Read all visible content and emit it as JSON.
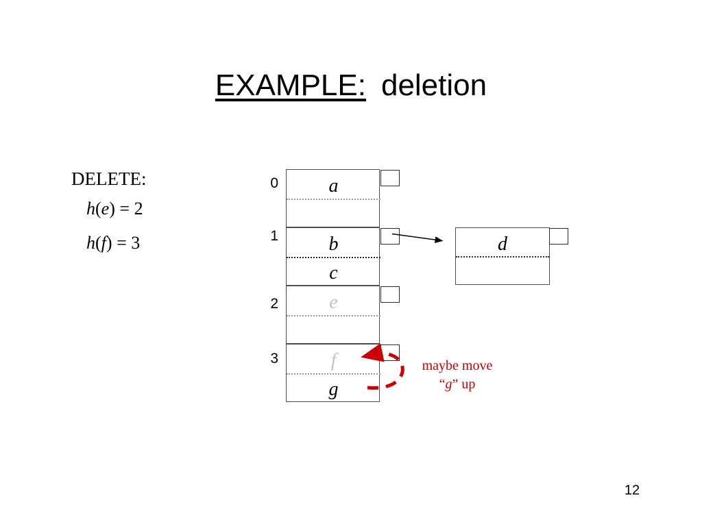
{
  "title": {
    "underlined_part": "EXAMPLE:",
    "plain_part": "deletion"
  },
  "delete_block": {
    "label": "DELETE:",
    "line1": {
      "h": "h",
      "open": "(",
      "arg": "e",
      "close": ")",
      "eq": " = ",
      "value": "2"
    },
    "line2": {
      "h": "h",
      "open": "(",
      "arg": "f",
      "close": ")",
      "eq": " = ",
      "value": "3"
    }
  },
  "hash_table": {
    "index_labels": [
      "0",
      "1",
      "2",
      "3"
    ],
    "buckets": [
      {
        "index": "0",
        "top_slot": "a",
        "bottom_slot": "",
        "top_deleted": false,
        "bottom_deleted": false
      },
      {
        "index": "1",
        "top_slot": "b",
        "bottom_slot": "c",
        "top_deleted": false,
        "bottom_deleted": false
      },
      {
        "index": "2",
        "top_slot": "e",
        "bottom_slot": "",
        "top_deleted": true,
        "bottom_deleted": false
      },
      {
        "index": "3",
        "top_slot": "f",
        "bottom_slot": "g",
        "top_deleted": true,
        "bottom_deleted": false
      }
    ]
  },
  "overflow_block": {
    "top_slot": "d",
    "bottom_slot": ""
  },
  "annotation": {
    "line1": "maybe move",
    "line2_prefix": "“",
    "line2_italic": "g",
    "line2_suffix": "” up",
    "color": "#cc0000"
  },
  "page_number": "12",
  "colors": {
    "deleted_entry": "#c3c3c3",
    "box_border": "#4c4c4c",
    "annotation_red": "#cc0000",
    "text": "#000000",
    "background": "#ffffff"
  }
}
